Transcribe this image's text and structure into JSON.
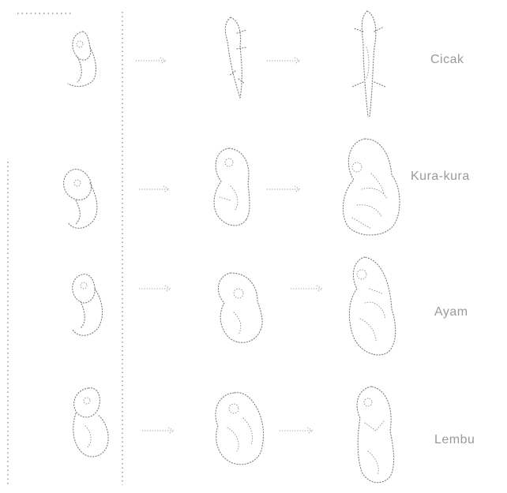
{
  "figure": {
    "rows": [
      {
        "id": "cicak",
        "label": "Cicak"
      },
      {
        "id": "kura-kura",
        "label": "Kura-kura"
      },
      {
        "id": "ayam",
        "label": "Ayam"
      },
      {
        "id": "lembu",
        "label": "Lembu"
      }
    ]
  }
}
